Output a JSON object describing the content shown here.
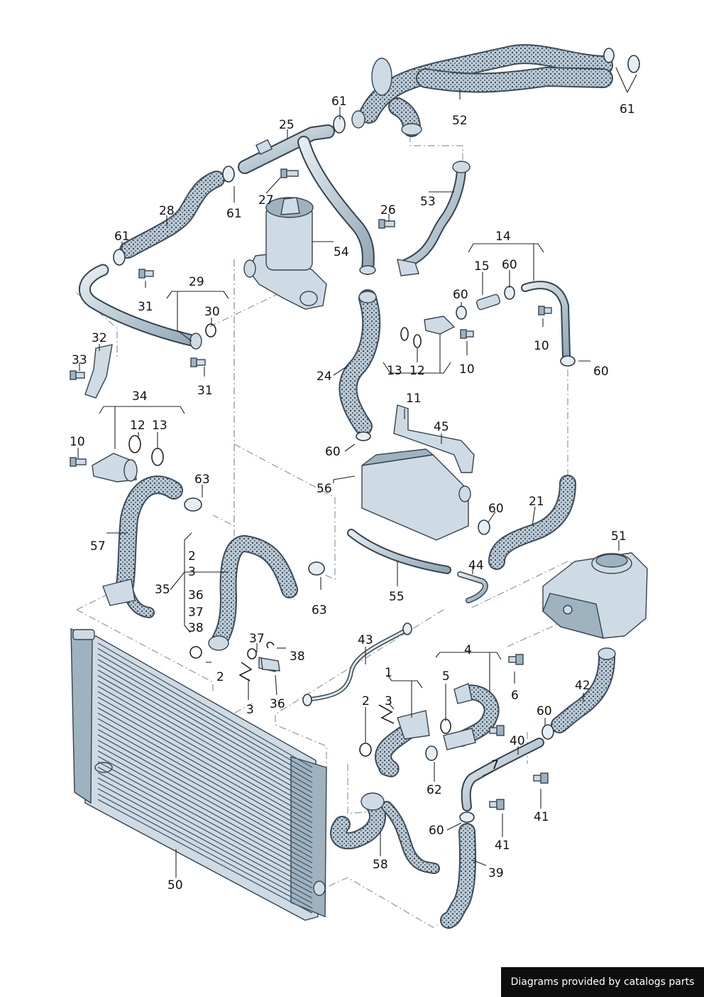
{
  "labels": {
    "l1": "1",
    "l2a": "2",
    "l2b": "2",
    "l2c": "2",
    "l3a": "3",
    "l3b": "3",
    "l3c": "3",
    "l4": "4",
    "l5": "5",
    "l6": "6",
    "l7": "7",
    "l10a": "10",
    "l10b": "10",
    "l10c": "10",
    "l11": "11",
    "l12a": "12",
    "l12b": "12",
    "l13a": "13",
    "l13b": "13",
    "l14": "14",
    "l15": "15",
    "l21": "21",
    "l24": "24",
    "l25": "25",
    "l26": "26",
    "l27": "27",
    "l28": "28",
    "l29": "29",
    "l30": "30",
    "l31a": "31",
    "l31b": "31",
    "l32": "32",
    "l33": "33",
    "l34": "34",
    "l35": "35",
    "l36a": "36",
    "l36b": "36",
    "l37a": "37",
    "l37b": "37",
    "l38a": "38",
    "l38b": "38",
    "l39": "39",
    "l40": "40",
    "l41a": "41",
    "l41b": "41",
    "l42": "42",
    "l43": "43",
    "l44": "44",
    "l45": "45",
    "l50": "50",
    "l51": "51",
    "l52": "52",
    "l53": "53",
    "l54": "54",
    "l55": "55",
    "l56": "56",
    "l57": "57",
    "l58": "58",
    "l60a": "60",
    "l60b": "60",
    "l60c": "60",
    "l60d": "60",
    "l60e": "60",
    "l60f": "60",
    "l60g": "60",
    "l61a": "61",
    "l61b": "61",
    "l61c": "61",
    "l61d": "61",
    "l62": "62",
    "l63a": "63",
    "l63b": "63"
  },
  "footer": {
    "credit": "Diagrams provided by catalogs parts"
  },
  "colors": {
    "hose_outline": "#3c4c58",
    "hose_fill": "#b9cad6",
    "part_fill": "#cfdbe4",
    "credit_bg": "#0e0e0e"
  }
}
